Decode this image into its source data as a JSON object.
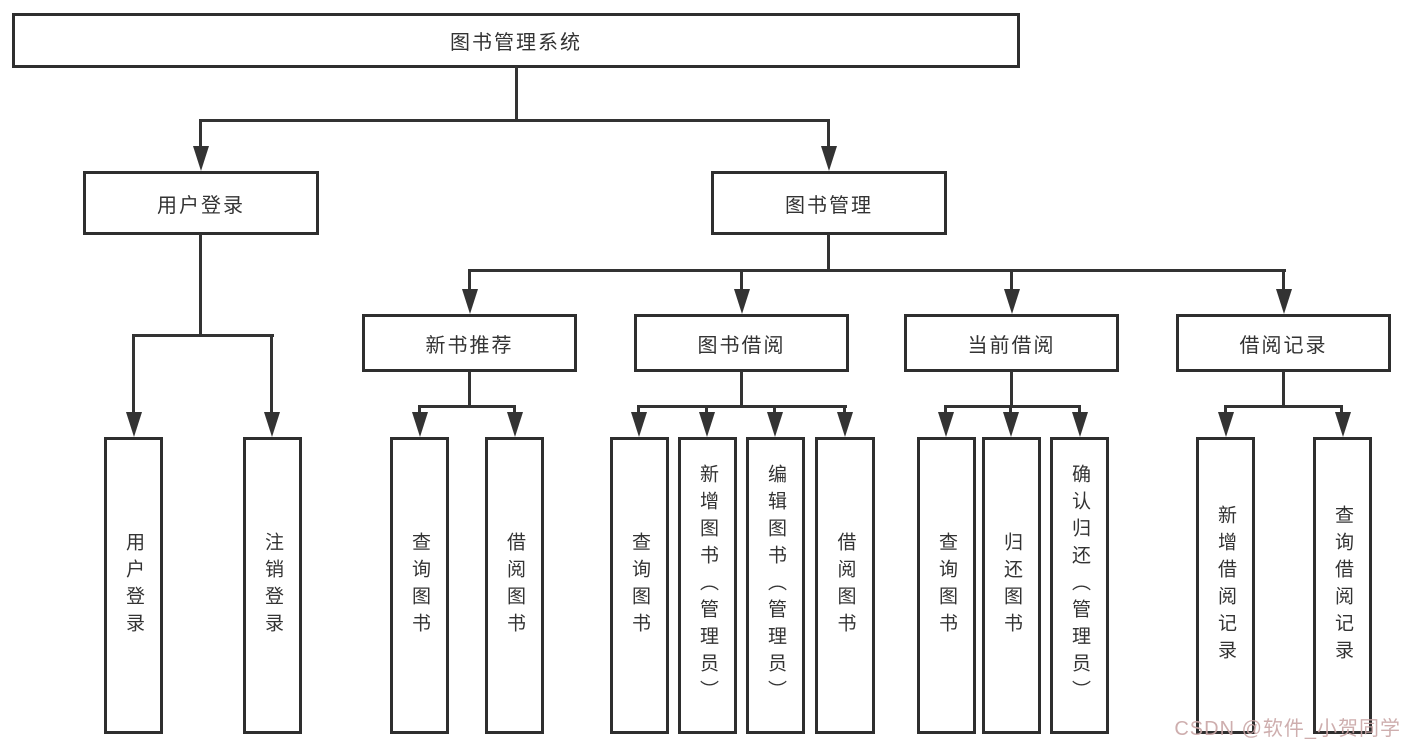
{
  "diagram": {
    "type": "tree",
    "root": {
      "label": "图书管理系统"
    },
    "branches": [
      {
        "label": "用户登录",
        "children": [
          {
            "label": "用户登录"
          },
          {
            "label": "注销登录"
          }
        ]
      },
      {
        "label": "图书管理",
        "children": [
          {
            "label": "新书推荐",
            "children": [
              {
                "label": "查询图书"
              },
              {
                "label": "借阅图书"
              }
            ]
          },
          {
            "label": "图书借阅",
            "children": [
              {
                "label": "查询图书"
              },
              {
                "label": "新增图书（管理员）"
              },
              {
                "label": "编辑图书（管理员）"
              },
              {
                "label": "借阅图书"
              }
            ]
          },
          {
            "label": "当前借阅",
            "children": [
              {
                "label": "查询图书"
              },
              {
                "label": "归还图书"
              },
              {
                "label": "确认归还（管理员）"
              }
            ]
          },
          {
            "label": "借阅记录",
            "children": [
              {
                "label": "新增借阅记录"
              },
              {
                "label": "查询借阅记录"
              }
            ]
          }
        ]
      }
    ]
  },
  "watermark": {
    "text": "CSDN @软件_小贺同学",
    "color": "#c9a6a6"
  },
  "colors": {
    "line": "#333333",
    "border": "#2e2e2e",
    "text": "#333333"
  }
}
